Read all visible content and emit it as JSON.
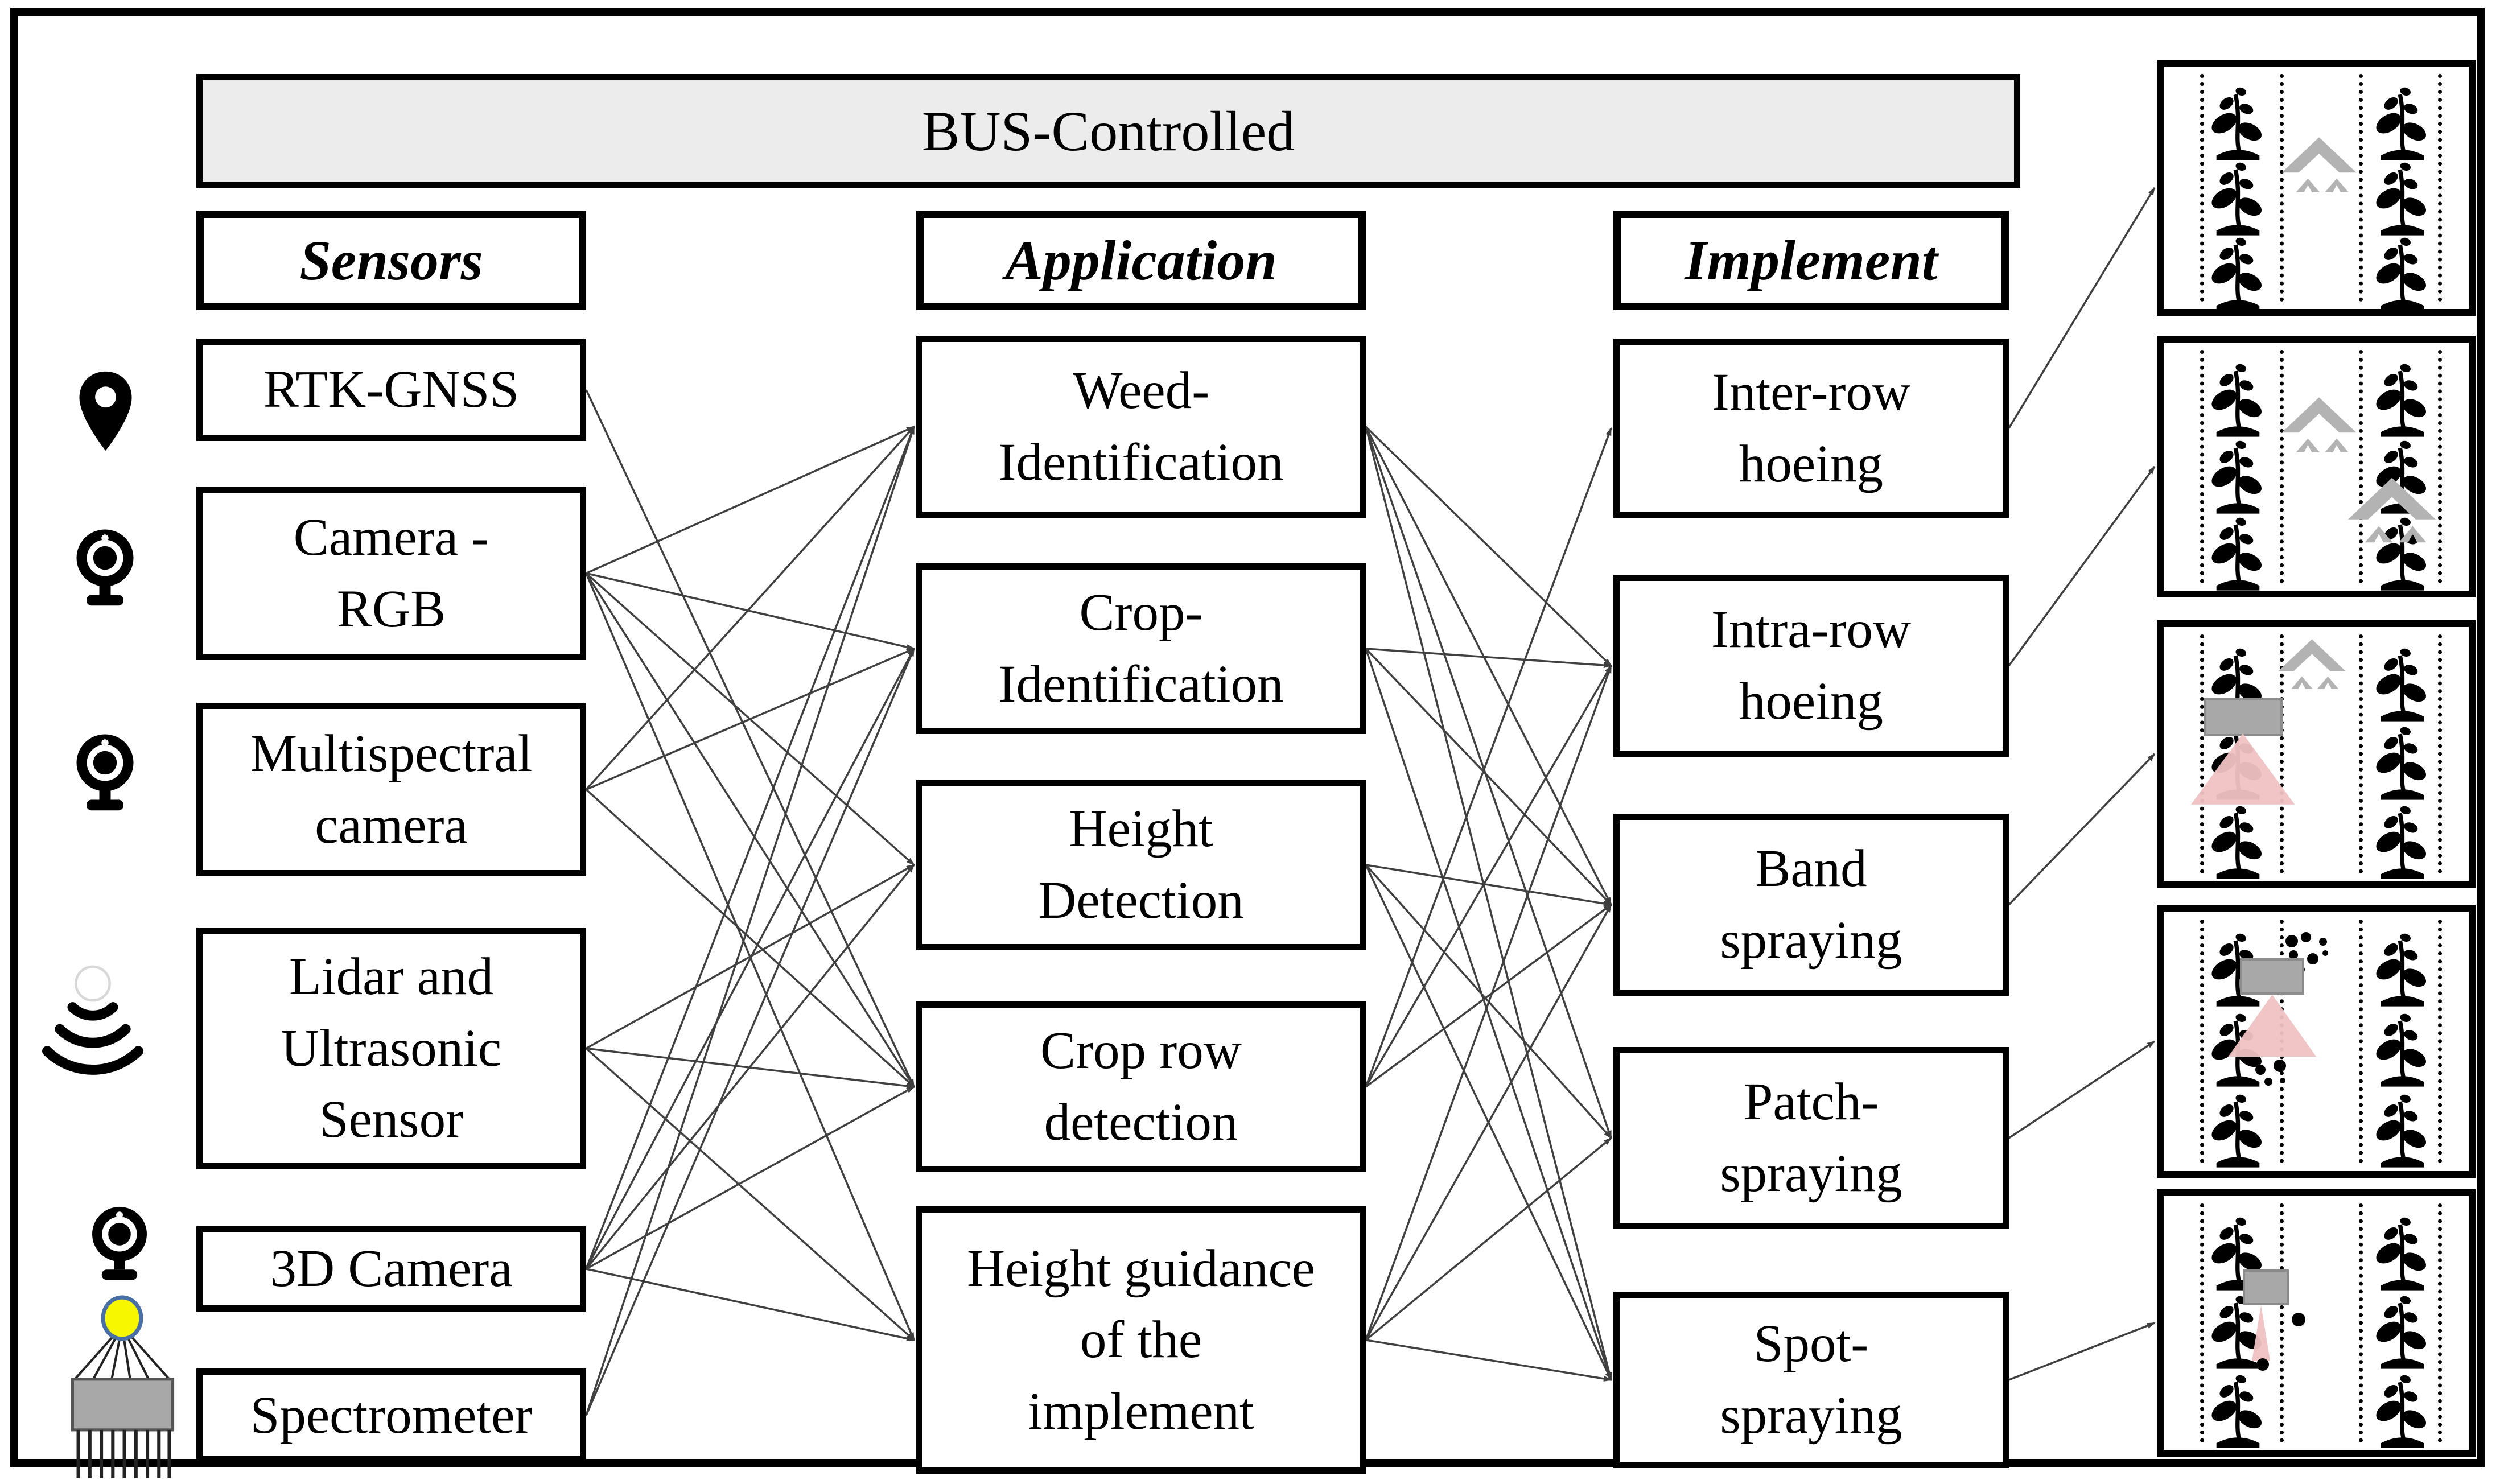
{
  "bus_bar": {
    "label": "BUS-Controlled",
    "fill": "#ececec"
  },
  "columns": {
    "sensors": {
      "header": "Sensors",
      "items": [
        {
          "id": "rtk-gnss",
          "label": "RTK-GNSS",
          "icon": "location-pin-icon"
        },
        {
          "id": "camera-rgb",
          "label": "Camera -\nRGB",
          "icon": "webcam-icon"
        },
        {
          "id": "multispectral-camera",
          "label": "Multispectral\ncamera",
          "icon": "webcam-icon"
        },
        {
          "id": "lidar-ultrasonic",
          "label": "Lidar and\nUltrasonic\nSensor",
          "icon": "ultrasonic-waves-icon"
        },
        {
          "id": "3d-camera",
          "label": "3D Camera",
          "icon": "webcam-icon"
        },
        {
          "id": "spectrometer",
          "label": "Spectrometer",
          "icon": "spectrometer-icon"
        }
      ]
    },
    "applications": {
      "header": "Application",
      "items": [
        {
          "id": "weed-identification",
          "label": "Weed-\nIdentification"
        },
        {
          "id": "crop-identification",
          "label": "Crop-\nIdentification"
        },
        {
          "id": "height-detection",
          "label": "Height\nDetection"
        },
        {
          "id": "crop-row-detection",
          "label": "Crop row\ndetection"
        },
        {
          "id": "height-guidance",
          "label": "Height guidance\nof the\nimplement"
        }
      ]
    },
    "implements": {
      "header": "Implement",
      "items": [
        {
          "id": "inter-row-hoeing",
          "label": "Inter-row\nhoeing"
        },
        {
          "id": "intra-row-hoeing",
          "label": "Intra-row\nhoeing"
        },
        {
          "id": "band-spraying",
          "label": "Band\nspraying"
        },
        {
          "id": "patch-spraying",
          "label": "Patch-\nspraying"
        },
        {
          "id": "spot-spraying",
          "label": "Spot-\nspraying"
        }
      ]
    }
  },
  "field_panels": [
    {
      "id": "panel-inter-row-hoeing",
      "shows": "inter-row hoe between crop rows"
    },
    {
      "id": "panel-intra-row-hoeing",
      "shows": "hoes between rows and within the crop row"
    },
    {
      "id": "panel-band-spraying",
      "shows": "sprayer with spray band over the crop row"
    },
    {
      "id": "panel-patch-spraying",
      "shows": "sprayer treating a weed patch"
    },
    {
      "id": "panel-spot-spraying",
      "shows": "sprayer spot-treating a single weed"
    }
  ],
  "edges": {
    "sensor_to_application": [
      {
        "from": "rtk-gnss",
        "to": "crop-row-detection"
      },
      {
        "from": "camera-rgb",
        "to": "weed-identification"
      },
      {
        "from": "camera-rgb",
        "to": "crop-identification"
      },
      {
        "from": "camera-rgb",
        "to": "height-detection"
      },
      {
        "from": "camera-rgb",
        "to": "crop-row-detection"
      },
      {
        "from": "camera-rgb",
        "to": "height-guidance"
      },
      {
        "from": "multispectral-camera",
        "to": "weed-identification"
      },
      {
        "from": "multispectral-camera",
        "to": "crop-identification"
      },
      {
        "from": "multispectral-camera",
        "to": "crop-row-detection"
      },
      {
        "from": "lidar-ultrasonic",
        "to": "height-detection"
      },
      {
        "from": "lidar-ultrasonic",
        "to": "crop-row-detection"
      },
      {
        "from": "lidar-ultrasonic",
        "to": "height-guidance"
      },
      {
        "from": "3d-camera",
        "to": "weed-identification"
      },
      {
        "from": "3d-camera",
        "to": "crop-identification"
      },
      {
        "from": "3d-camera",
        "to": "height-detection"
      },
      {
        "from": "3d-camera",
        "to": "crop-row-detection"
      },
      {
        "from": "3d-camera",
        "to": "height-guidance"
      },
      {
        "from": "spectrometer",
        "to": "weed-identification"
      },
      {
        "from": "spectrometer",
        "to": "crop-identification"
      }
    ],
    "application_to_implement": [
      {
        "from": "weed-identification",
        "to": "intra-row-hoeing"
      },
      {
        "from": "weed-identification",
        "to": "band-spraying"
      },
      {
        "from": "weed-identification",
        "to": "patch-spraying"
      },
      {
        "from": "weed-identification",
        "to": "spot-spraying"
      },
      {
        "from": "crop-identification",
        "to": "intra-row-hoeing"
      },
      {
        "from": "crop-identification",
        "to": "band-spraying"
      },
      {
        "from": "crop-identification",
        "to": "spot-spraying"
      },
      {
        "from": "height-detection",
        "to": "band-spraying"
      },
      {
        "from": "height-detection",
        "to": "patch-spraying"
      },
      {
        "from": "height-detection",
        "to": "spot-spraying"
      },
      {
        "from": "crop-row-detection",
        "to": "inter-row-hoeing"
      },
      {
        "from": "crop-row-detection",
        "to": "intra-row-hoeing"
      },
      {
        "from": "crop-row-detection",
        "to": "band-spraying"
      },
      {
        "from": "height-guidance",
        "to": "intra-row-hoeing"
      },
      {
        "from": "height-guidance",
        "to": "band-spraying"
      },
      {
        "from": "height-guidance",
        "to": "patch-spraying"
      },
      {
        "from": "height-guidance",
        "to": "spot-spraying"
      }
    ],
    "implement_to_panel": [
      {
        "from": "inter-row-hoeing",
        "to": "panel-inter-row-hoeing"
      },
      {
        "from": "intra-row-hoeing",
        "to": "panel-intra-row-hoeing"
      },
      {
        "from": "band-spraying",
        "to": "panel-band-spraying"
      },
      {
        "from": "patch-spraying",
        "to": "panel-patch-spraying"
      },
      {
        "from": "spot-spraying",
        "to": "panel-spot-spraying"
      }
    ]
  },
  "colors": {
    "box_border": "#000000",
    "bus_fill": "#ececec",
    "arrow": "#404040",
    "chevron_gray": "#b3b3b3",
    "sprayer_gray": "#a8a8a8",
    "spray_pink": "#f0c2c2",
    "spectrometer_bulb": "#f7f700"
  }
}
